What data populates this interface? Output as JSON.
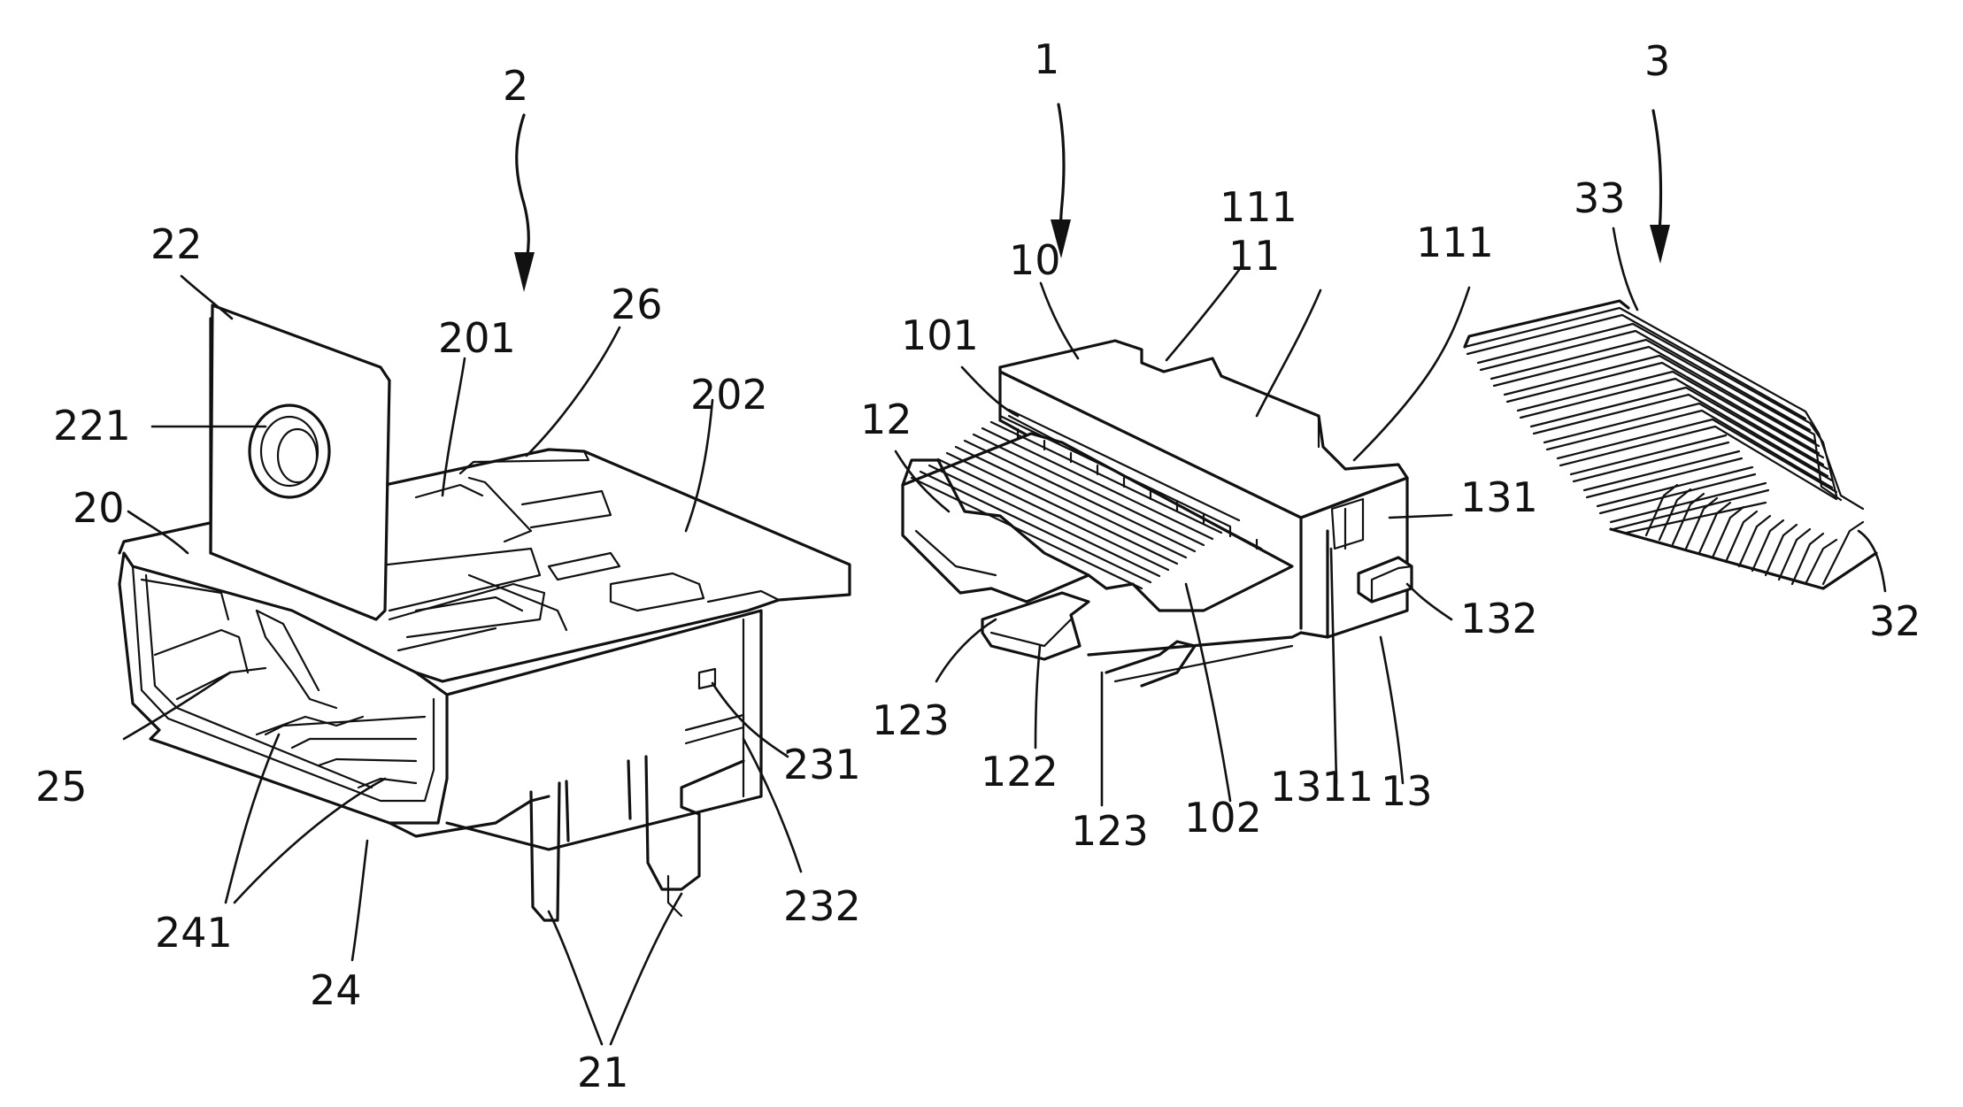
{
  "assemblies": {
    "shell": "2",
    "housing": "1",
    "terminals": "3"
  },
  "labels": {
    "l_22": "22",
    "l_221": "221",
    "l_20": "20",
    "l_201": "201",
    "l_26": "26",
    "l_202": "202",
    "l_25": "25",
    "l_241": "241",
    "l_24": "24",
    "l_21": "21",
    "l_231": "231",
    "l_232": "232",
    "l_10": "10",
    "l_111a": "111",
    "l_11": "11",
    "l_111b": "111",
    "l_101": "101",
    "l_12": "12",
    "l_131": "131",
    "l_132": "132",
    "l_123a": "123",
    "l_122": "122",
    "l_123b": "123",
    "l_102": "102",
    "l_1311": "1311",
    "l_13": "13",
    "l_33": "33",
    "l_32": "32"
  }
}
